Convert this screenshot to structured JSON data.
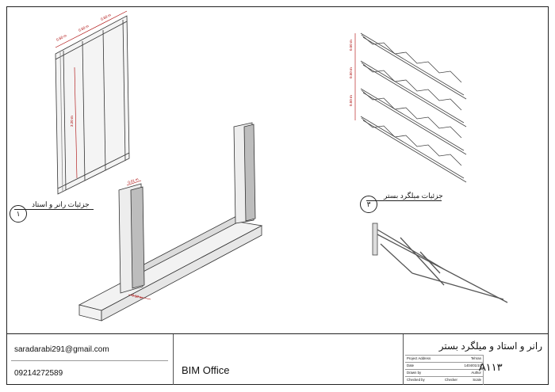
{
  "details": {
    "d1": {
      "title": "جزئیات رانر و استاد",
      "number": "۱"
    },
    "d3": {
      "title": "جزئیات میلگرد بستر",
      "number": "۳"
    }
  },
  "dims": {
    "top_w1": "0.60 m",
    "top_w2": "0.60 m",
    "top_w3": "0.60 m",
    "height": "3.20 m",
    "stud": "0.01 m",
    "runner": "0.10 m",
    "spacing1": "0.50 m",
    "spacing2": "0.50 m",
    "spacing3": "0.50 m"
  },
  "title_block": {
    "email": "saradarabi291@gmail.com",
    "phone": "09214272589",
    "company": "BIM Office",
    "project_title": "رانر و استاد و میلگرد بستر",
    "project_address_label": "Project Address",
    "project_address": "Tehran",
    "date_label": "Date",
    "date": "1404/01/10",
    "drawn_by_label": "Drawn by",
    "drawn_by": "Author",
    "checked_by_label": "Checked by",
    "checked_by": "Checker",
    "scale_label": "Scale",
    "sheet_number": "A۱۱۳"
  }
}
